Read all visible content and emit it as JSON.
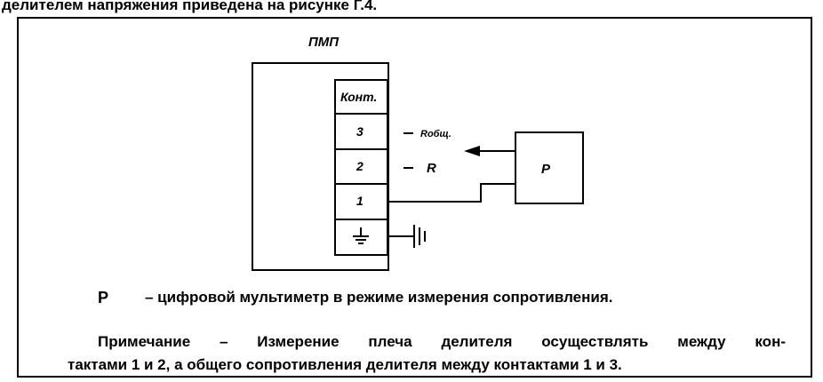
{
  "intro": {
    "text": "делителем напряжения  приведена на рисунке  Г.4."
  },
  "diagram": {
    "unit_label": "ПМП",
    "header_label": "Конт.",
    "contacts": [
      "3",
      "2",
      "1"
    ],
    "ground_symbol": "ground-icon",
    "wire_labels": {
      "r_total": "Rобщ.",
      "r": "R"
    },
    "meter_label": "Р"
  },
  "legend": {
    "symbol": "Р",
    "text": "– цифровой мультиметр в режиме измерения сопротивления."
  },
  "note": {
    "line1": "Примечание – Измерение плеча делителя осуществлять между кон-",
    "line2": "тактами 1 и 2, а общего сопротивления делителя между контактами 1 и 3."
  }
}
